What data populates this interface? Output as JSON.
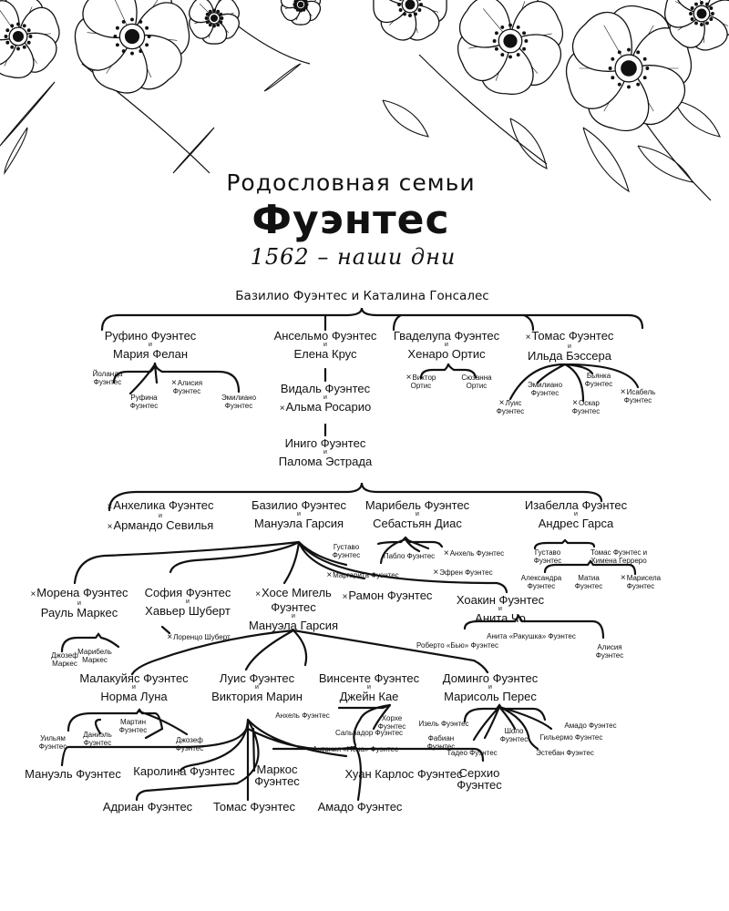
{
  "title": {
    "line1": "Родословная семьи",
    "line2": "Фуэнтес",
    "years": "1562 – наши дни"
  },
  "root": "Базилио Фуэнтес и Каталина Гонсалес",
  "conj": "и",
  "deceased_mark": "×",
  "couples": {
    "rufino": {
      "a": "Руфино Фуэнтес",
      "b": "Мария Фелан"
    },
    "anselmo": {
      "a": "Ансельмо Фуэнтес",
      "b": "Елена Крус"
    },
    "guadalupe": {
      "a": "Гваделупа Фуэнтес",
      "b": "Хенаро Ортис"
    },
    "tomas": {
      "a": "Томас Фуэнтес",
      "b": "Ильда Бэссера",
      "a_dead": true
    },
    "vidal": {
      "a": "Видаль Фуэнтес",
      "b": "Альма Росарио",
      "b_dead": true
    },
    "inigo": {
      "a": "Иниго Фуэнтес",
      "b": "Палома Эстрада"
    },
    "angelica": {
      "a": "Анхелика Фуэнтес",
      "b": "Армандо Севилья",
      "a_dead": true,
      "b_dead": true
    },
    "basilio": {
      "a": "Базилио Фуэнтес",
      "b": "Мануэла Гарсия"
    },
    "maribel": {
      "a": "Марибель Фуэнтес",
      "b": "Себастьян Диас"
    },
    "isabella": {
      "a": "Изабелла Фуэнтес",
      "b": "Андрес Гарса"
    },
    "morena": {
      "a": "Морена Фуэнтес",
      "b": "Рауль Маркес",
      "a_dead": true
    },
    "sofia": {
      "a": "София Фуэнтес",
      "b": "Хавьер Шуберт"
    },
    "jose": {
      "a": "Хосе Мигель Фуэнтес",
      "b": "Мануэла Гарсия",
      "a_dead": true
    },
    "joaquin": {
      "a": "Хоакин Фуэнтес",
      "b": "Анита Чо"
    },
    "malaquias": {
      "a": "Малакуйяс Фуэнтес",
      "b": "Норма Луна"
    },
    "luis": {
      "a": "Луис Фуэнтес",
      "b": "Виктория Марин"
    },
    "vicente": {
      "a": "Винсенте Фуэнтес",
      "b": "Джейн Кае"
    },
    "domingo": {
      "a": "Доминго Фуэнтес",
      "b": "Марисоль Перес"
    }
  },
  "people": {
    "yolanda": {
      "name": "Йоланда Фуэнтес"
    },
    "rufina": {
      "name": "Руфина Фуэнтес"
    },
    "alicia1": {
      "name": "Алисия Фуэнтес",
      "dead": true
    },
    "emiliano1": {
      "name": "Эмилиано Фуэнтес"
    },
    "victor": {
      "name": "Виктор Ортис",
      "dead": true
    },
    "susana": {
      "name": "Сюзанна Ортис"
    },
    "luis1": {
      "name": "Луис Фуэнтес",
      "dead": true
    },
    "emiliano2": {
      "name": "Эмилиано Фуэнтес"
    },
    "oscar": {
      "name": "Оскар Фуэнтес",
      "dead": true
    },
    "bianca": {
      "name": "Бьянка Фуэнтес"
    },
    "isabel": {
      "name": "Исабель Фуэнтес",
      "dead": true
    },
    "gustavo1": {
      "name": "Густаво Фуэнтес"
    },
    "pablo": {
      "name": "Пабло Фуэнтес"
    },
    "angel1": {
      "name": "Анхель Фуэнтес",
      "dead": true
    },
    "margarita": {
      "name": "Маргарита Фуэнтес",
      "dead": true
    },
    "efren": {
      "name": "Эфрен Фуэнтес",
      "dead": true
    },
    "gustavo2": {
      "name": "Густаво Фуэнтес"
    },
    "tomas2": {
      "name": "Томас Фуэнтес и Химена Герреро"
    },
    "alejandra": {
      "name": "Александра Фуэнтес"
    },
    "matia": {
      "name": "Матиа Фуэнтес"
    },
    "marisela": {
      "name": "Марисела Фуэнтес",
      "dead": true
    },
    "ramon": {
      "name": "Рамон Фуэнтес",
      "dead": true
    },
    "lorenzo": {
      "name": "Лоренцо Шуберт",
      "dead": true
    },
    "joseph1": {
      "name": "Джозеф Маркес"
    },
    "maribel2": {
      "name": "Марибель Маркес"
    },
    "anita": {
      "name": "Анита «Ракушка» Фуэнтес"
    },
    "roberto": {
      "name": "Роберто «Бью» Фуэнтес"
    },
    "alicia2": {
      "name": "Алисия Фуэнтес"
    },
    "william": {
      "name": "Уильям Фуэнтес"
    },
    "daniel": {
      "name": "Даниэль Фуэнтес"
    },
    "martin": {
      "name": "Мартин Фуэнтес"
    },
    "joseph2": {
      "name": "Джозеф Фуэнтес"
    },
    "angel2": {
      "name": "Анхель Фуэнтес"
    },
    "jorge": {
      "name": "Хорхе Фуэнтес"
    },
    "salvador": {
      "name": "Сальвадор Фуэнтес"
    },
    "antonia": {
      "name": "Антония «Нена» Фуэнтес"
    },
    "izel": {
      "name": "Изель Фуэнтес"
    },
    "fabian": {
      "name": "Фабиан Фуэнтес"
    },
    "tadeo": {
      "name": "Тадео Фуэнтес"
    },
    "sholo": {
      "name": "Шоло Фуэнтес"
    },
    "esteban": {
      "name": "Эстебан Фуэнтес"
    },
    "guillermo": {
      "name": "Гильермо Фуэнтес"
    },
    "amado1": {
      "name": "Амадо Фуэнтес"
    },
    "manuel": {
      "name": "Мануэль Фуэнтес"
    },
    "carolina": {
      "name": "Каролина Фуэнтес"
    },
    "marcos": {
      "name": "Маркос Фуэнтес"
    },
    "juan": {
      "name": "Хуан Карлос Фуэнтес"
    },
    "sergio": {
      "name": "Серхио Фуэнтес"
    },
    "adrian": {
      "name": "Адриан Фуэнтес"
    },
    "tomas3": {
      "name": "Томас Фуэнтес"
    },
    "amado2": {
      "name": "Амадо Фуэнтес"
    }
  }
}
